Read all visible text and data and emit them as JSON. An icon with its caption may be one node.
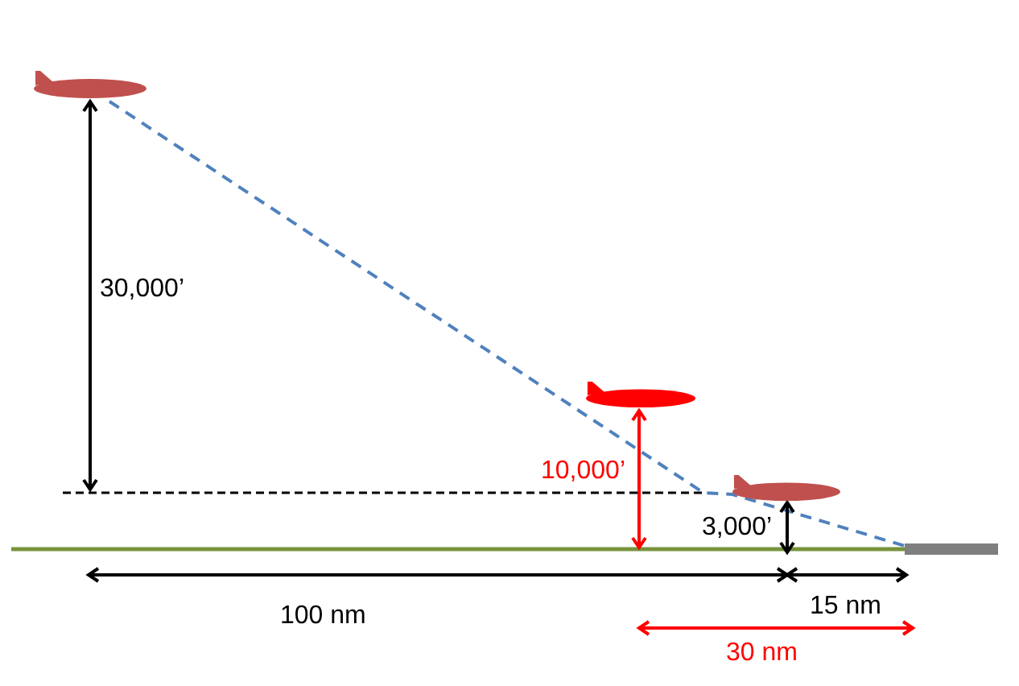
{
  "diagram": {
    "labels": [
      "30,000’",
      "10,000’",
      "3,000’",
      "100 nm",
      "15 nm",
      "30 nm"
    ]
  }
}
